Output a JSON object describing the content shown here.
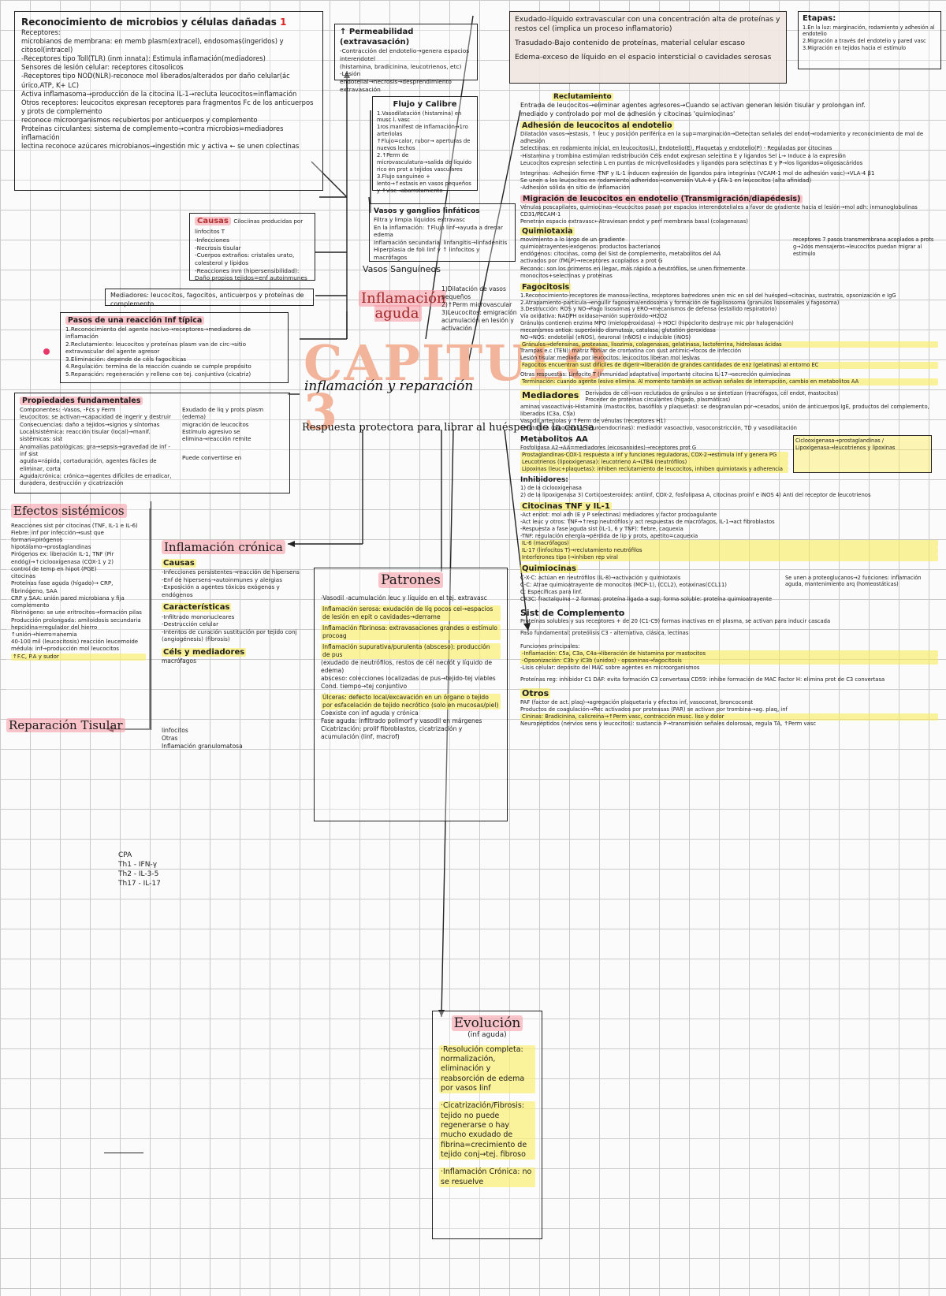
{
  "title": {
    "big": "CAPITULO 3",
    "main": "inflamación y reparación",
    "sub": "Respuesta protectora para librar al huésped de la causa"
  },
  "center": {
    "label": "Inflamación aguda"
  },
  "recon": {
    "title": "Reconocimiento de microbios y células dañadas",
    "num": "1",
    "lines": [
      "Receptores:",
      "microbianos de membrana: en memb plasm(extracel), endosomas(ingeridos) y citosol(intracel)",
      "-Receptores tipo Toll(TLR) (inm innata): Estimula inflamación(mediadores)",
      "Sensores de lesión celular: receptores citosolicos",
      "-Receptores tipo NOD(NLR)-reconoce mol liberados/alterados por daño celular(ác úrico,ATP, K+ LC)",
      "Activa inflamasoma→producción de la citocina IL-1→recluta leucocitos=inflamación",
      "Otros receptores: leucocitos expresan receptores para fragmentos Fc de los anticuerpos y prots de complemento",
      "reconoce microorganismos recubiertos por anticuerpos y complemento",
      "Proteínas circulantes: sistema de complemento→contra microbios=mediadores inflamación",
      "lectina reconoce azúcares microbianos→ingestión mic y activa ← se unen colectinas"
    ]
  },
  "perm": {
    "title": "↑ Permeabilidad (extravasación)",
    "lines": [
      "-Contracción del endotelio→genera espacios interendotel",
      "(histamina, bradicinina, leucotrienos, etc)",
      "-Lesión endotelial→necrosis→desprendimiento",
      "extravasación"
    ]
  },
  "flujo": {
    "title": "Flujo y Calibre",
    "lines": [
      "1.Vasodilatación (histamina) en musc l. vasc",
      "1ros manifest de inflamación→1ro arteriolas",
      "↑Flujo=calor, rubor→ aperturas de nuevos lechos",
      "2.↑Perm de microvasculatura→salida de líquido rico en prot a tejidos vasculares",
      "3.Flujo sanguíneo + lento→↑estasis en vasos pequeños y ↑visc→abarrotamiento"
    ]
  },
  "vasos": {
    "title": "Vasos y ganglios linfáticos",
    "lines": [
      "Filtra y limpia líquidos extravasc",
      "En la inflamación: ↑Flujo linf→ayuda a drenar edema",
      "Inflamación secundaria: linfangitis→linfadenitis",
      "Hiperplasia de foli linf y ↑ linfocitos y macrófagos"
    ],
    "label": "Vasos Sanguíneos"
  },
  "aguda": {
    "lines": [
      "1)Dilatación de vasos pequeños",
      "2)↑Perm microvascular",
      "3)Leucocitos: emigración",
      "acumulación en lesión y activación"
    ]
  },
  "causas": {
    "title": "Causas",
    "note": "Cilociinas producidas por linfocitos T",
    "lines": [
      "-Infecciones",
      "-Necrosis tisular",
      "-Cuerpos extraños: cristales urato, colesterol y lípidos",
      "-Reacciones inm (hipersensibilidad):",
      "Daño propios tejidos=enf autoinmunes"
    ]
  },
  "mediadores_box": {
    "text": "Mediadores: leucocitos, fagocitos, anticuerpos y proteínas de complemento"
  },
  "pasos": {
    "title": "Pasos de una reacción Inf típica",
    "lines": [
      "1.Reconocimiento del agente nocivo→receptores→mediadores de inflamación",
      "2.Reclutamiento: leucocitos y proteínas plasm van de circ→sitio extravascular del agente agresor",
      "3.Eliminación: depende de céls fagocíticas",
      "4.Regulación: termina de la reacción cuando se cumple propósito",
      "5.Reparación: regeneración y relleno con tej. conjuntivo (cicatriz)"
    ]
  },
  "props": {
    "title": "Propiedades fundamentales",
    "lines": [
      "Componentes: -Vasos, -Fcs y Ferm",
      "leucocitos: se activan→capacidad de ingerir y destruir",
      "Consecuencias: daño a tejidos→signos y síntomas",
      "Local/sistémica: reacción tisular (local)→manif. sistémicas: sist",
      "Anomalías patológicas: gra→sepsis→gravedad de inf - inf sist",
      "aguda=rápida, cortaduración, agentes fáciles de eliminar, corta",
      "Aguda/crónica: crónica→agentes difíciles de erradicar, duradera, destrucción y cicatrización"
    ],
    "right": [
      "Exudado de liq y prots plasm (edema)",
      "migración de leucocitos",
      "Estímulo agresivo se elimina→reacción remite"
    ],
    "note": "Puede convertirse en"
  },
  "efectos": {
    "title": "Efectos sistémicos",
    "lines": [
      "Reacciones sist por citocinas (TNF, IL-1 e IL-6)",
      "Fiebre: inf por infección→sust que forman=pirógenos",
      "hipotálamo→prostaglandinas",
      "Pirógenos ex: liberación IL-1, TNF (Pir endóg)→↑ciclooxigenasa (COX-1 y 2)",
      "control de temp en hipot (PGE)",
      "citocinas",
      "Proteínas fase aguda (hígado)→ CRP, fibrinógeno, SAA",
      "CRP y SAA: unión pared microbiana y fija complemento",
      "Fibrinógeno: se une eritrocitos→formación pilas",
      "Producción prolongada: amiloidosis secundaria",
      "hepcidina=regulador del hierro  ↑unión→hierro=anemia",
      "40-100 mil (leucocitosis) reacción leucemoide",
      "médula: inf→producción mol leucocitos",
      "↑F.C, P.A y sudor"
    ]
  },
  "reparacion": {
    "title": "Reparación Tisular"
  },
  "cronica": {
    "title": "Inflamación crónica",
    "causas_title": "Causas",
    "causas": [
      "-Infecciones persistentes→reacción de hipersens",
      "-Enf de hipersens→autoinmunes y alergias",
      "-Exposición a agentes tóxicos exógenos y endógenos"
    ],
    "caract_title": "Características",
    "caract": [
      "-Infiltrado mononucleares",
      "-Destrucción celular",
      "-Intentos de curación sustitución por tejido conj (angiogénesis) (fibrosis)"
    ],
    "cels_title": "Céls y mediadores",
    "cels": [
      "macrófagos"
    ],
    "extra": [
      "linfocitos",
      "Otras",
      "Inflamación granulomatosa"
    ]
  },
  "th": {
    "lines": [
      "CPA",
      "Th1 - IFN-γ",
      "Th2 - IL-3-5",
      "Th17 - IL-17"
    ]
  },
  "patrones": {
    "title": "Patrones",
    "lines": [
      "-Vasodil  -acumulación leuc y líquido en el tej. extravasc",
      "Inflamación serosa: exudación de líq pocos cel→espacios de lesión en epit o cavidades→derrame",
      "Inflamación fibrinosa: extravasaciones grandes o estímulo procoag",
      "Inflamación supurativa/purulenta (absceso): producción de pus",
      "(exudado de neutrófilos, restos de cél necrót y líquido de edema)",
      "absceso: colecciones localizadas de pus→tejido-tej viables",
      "Cond. tiempo→tej conjuntivo",
      "Úlceras: defecto local/excavación en un órgano o tejido por esfacelación de tejido necrótico (solo en mucosas/piel)",
      "Coexiste con inf aguda y crónica",
      "Fase aguda: infiltrado polimorf y vasodil en márgenes",
      "Cicatrización: prolif fibroblastos, cicatrización y acumulación (linf, macrof)"
    ]
  },
  "evolucion": {
    "title": "Evolución",
    "sub": "(inf aguda)",
    "lines": [
      "·Resolución completa: normalización, eliminación y reabsorción de edema por vasos linf",
      "·Cicatrización/Fibrosis: tejido no puede regenerarse o hay mucho exudado de fibrina=crecimiento de tejido conj→tej. fibroso",
      "·Inflamación Crónica: no se resuelve"
    ]
  },
  "exudado": {
    "lines": [
      "Exudado-líquido extravascular con una concentración alta de proteínas y restos cel (implica un proceso inflamatorio)",
      "Trasudado-Bajo contenido de proteínas, material celular escaso",
      "Edema-exceso de líquido en el espacio intersticial o cavidades serosas"
    ]
  },
  "etapas": {
    "title": "Etapas:",
    "lines": [
      "1.En la luz: marginación, rodamiento y adhesión al endotelio",
      "2.Migración a través del endotelio y pared vasc",
      "3.Migración en tejidos hacia el estímulo"
    ]
  },
  "right": {
    "recl_title": "Reclutamiento",
    "recl": [
      "Entrada de leucocitos→eliminar agentes agresores→Cuando se activan generan lesión tisular y prolongan inf.",
      "mediado y controlado por mol de adhesión y citocinas 'quimiocinas'"
    ],
    "adh_title": "Adhesión de leucocitos al endotelio",
    "adh": [
      "Dilatación vasos→estasis, ↑ leuc y posición periférica en la sup=marginación→Detectan señales del endot→rodamiento y reconocimiento de mol de adhesión",
      "Selectinas: en rodamiento inicial, en leucocitos(L), Endotelio(E), Plaquetas y endotelio(P) - Reguladas por citocinas",
      "-Histamina y trombina estimulan redistribución   Céls endot expresan selectina E y ligandos Sel L→ Induce a la expresión",
      "Leucocitos expresan selectina L en puntas de microvellosidades y ligandos para selectinas E y P→los ligandos=oligosacáridos"
    ],
    "integ": [
      "Integrinas: -Adhesión firme  -TNF y IL-1 inducen expresión de ligandos para integrinas (VCAM-1 mol de adhesión vasc)→VLA-4 β1",
      "Se unen a los leucocitos en rodamiento adheridos→conversión VLA-4 y LFA-1 en leucocitos (alta afinidad)",
      "-Adhesión sólida en sitio de inflamación"
    ],
    "migr_title": "Migración de leucocitos en endotelio (Transmigración/diapédesis)",
    "migr": [
      "Vénulas poscapilares, quimiocinas→leucocitos pasan por espacios interendoteliales a favor de gradiente hacia el lesión→mol adh: inmunoglobulinas CD31/PECAM-1",
      "Penetran espacio extravasc←Atraviesan endot y perf membrana basal (colagenasas)"
    ],
    "quimio_title": "Quimiotaxia",
    "quimio": [
      "movimiento a lo largo de un gradiente",
      "quimioatrayentes-exógenos: productos bacterianos",
      "endógenos: citocinas, comp del Sist de complemento, metabolitos del AA",
      "activados por (fMLP)→receptores acoplados a prot G",
      "Reconoc: son los primeros en llegar, más rápido a neutrófilos, se unen firmemente",
      "monocitos+selectinas y proteínas"
    ],
    "quimio_note": "receptores 7 pasos transmembrana acoplados a prots g→2dos mensajeros→leucocitos puedan migrar al estímulo",
    "fago_title": "Fagocitosis",
    "fago": [
      "1.Reconocimiento-receptores de manosa-lectina, receptores barredores unen mic en sol del huésped→citocinas, sustratos, opsonización e IgG",
      "2.Atrapamiento-partícula→engullir fagosoma/endosoma y formación de fagolisosoma (granulos lisosomales y fagosoma)",
      "3.Destrucción: ROS y NO→Fago lisosomas y ERO→mecanismos de defensa (estallido respiratorio)",
      "Vía oxidativa: NADPH oxidasa→anión superóxido→H2O2",
      "Gránulos contienen enzima MPO (mieloperoxidasa) → HOCl (hipoclorito destruye mic por halogenación)",
      "mecanismos antiox: superóxido dismutasa, catalasa, glutatión peroxidasa",
      "NO→NOS: endotelial (eNOS), neuronal (nNOS) e inducible (iNOS)",
      "Gránulos→defensinas, proteasas, lisozima, colagenasas, gelatinasa, lactoferrina, hidrolasas ácidas",
      "Trampas e.c (TEN): matriz fibrilar de cromatina con sust antimic→focos de infección",
      "Lesión tisular mediada por leucocitos: leucocitos liberan mol lesivas",
      "Fagocitos encuentran sust difíciles de digerir→liberación de grandes cantidades de enz (gelatinas) al entorno EC"
    ],
    "otras": "Otras respuestas: Linfocito T (inmunidad adaptativa) importante citocina IL-17→secreción quimiocinas",
    "term": "Terminación: cuando agente lesivo elimina. Al momento también se activan señales de interrupción, cambio en metabolitos AA",
    "medi_title": "Mediadores",
    "medi": [
      "Derivados de cél→son reclutados de gránulos o se sintetizan (macrófagos, cél endot, mastocitos)",
      "Proceder de proteínas circulantes (hígado, plasmáticas)"
    ],
    "aminas": "aminas vasoactivas-Histamina (mastocitos, basófilos y plaquetas): se desgranulan por→cesados, unión de anticuerpos IgE, productos del complemento, liberados (C3a, C5a)",
    "aminas2": "Vasodil arteriolas y ↑Perm de vénulas (receptores H1)",
    "sero": "Serotonina (plaquetas y neuroendocrinas): mediador vasoactivo, vasoconstricción, TD y vasodilatación",
    "meta_title": "Metabolitos AA",
    "meta": [
      "Fosfolipasa A2→AA=mediadores (eicosanoides)→receptores prot G",
      "Prostaglandinas-COX-1 respuesta a inf y funciones reguladoras, COX-2→estimula inf y genera PG",
      "Leucotrienos (lipooxigenasa): leucotrieno A→LTB4 (neutrófilos)",
      "Lipoxinas (leuc+plaquetas): inhiben reclutamiento de leucocitos, inhiben quimiotaxis y adherencia"
    ],
    "meta_note": "Ciclooxigenasa→prostaglandinas / Lipoxigenasa→leucotrienos y lipoxinas",
    "inhib_title": "Inhibidores:",
    "inhib": [
      "1) de la ciclooxigenasa",
      "2) de la lipoxigenasa   3) Corticoesteroides: antiinf, COX-2, fosfolipasa A, citocinas proinf e iNOS   4) Anti del receptor de leucotrienos"
    ],
    "cito_title": "Citocinas TNF y IL-1",
    "cito": [
      "-Act endot: mol adh (E y P selectinas) mediadores y factor procoagulante",
      "-Act leuc y otros: TNF→↑resp neutrófilos y act respuestas de macrófagos, IL-1→act fibroblastos",
      "-Respuesta a fase aguda sist (IL-1, 6 y TNF): fiebre, caquexia",
      "-TNF: regulación energía→pérdida de lip y prots, apetito=caquexia",
      "IL-6 (macrófagos)",
      "IL-17 (linfocitos T)→reclutamiento neutrófilos",
      "Interferones tipo I→inhiben rep viral"
    ],
    "quim_title": "Quimiocinas",
    "quim": [
      "C-X-C: actúan en neutrófilos (IL-8)→activación y quimiotaxis",
      "C-C: Atrae quimioatrayente de monocitos (MCP-1), (CCL2), eotaxinas(CCL11)",
      "C: Específicas para linf.",
      "CX3C: fractalquina - 2 formas: proteína ligada a sup; forma soluble: proteína quimioatrayente"
    ],
    "quim_note": "Se unen a proteoglucanos→2 funciones: inflamación aguda, mantenimiento arq (homeostáticas)",
    "comp_title": "Sist de Complemento",
    "comp": [
      "Proteínas solubles y sus receptores + de 20 (C1-C9) formas inactivas en el plasma, se activan para inducir cascada",
      "Paso fundamental: proteólisis C3 - alternativa, clásica, lectinas",
      "Funciones principales:",
      "-Inflamación: C5a, C3a, C4a→liberación de histamina por mastocitos",
      "-Opsonización: C3b y iC3b (unidos) - opsoninas→fagocitosis",
      "-Lisis celular: depósito del MAC sobre agentes en microorganismos"
    ],
    "prot_reg": "Proteínas reg: inhibidor C1   DAF: evita formación C3 convertasa   CD59: inhibe formación de MAC   Factor H: elimina prot de C3 convertasa",
    "otros_title": "Otros",
    "otros": [
      "PAF (factor de act. plaq)→agregación plaquetaria y efectos inf, vasoconst, broncoconst",
      "Productos de coagulación→Rec activados por proteasas (PAR) se activan por trombina→ag. plaq, inf",
      "Cininas: Bradicinina, calicreína→↑Perm vasc, contracción musc. liso y dolor",
      "Neuropéptidos (nervios sens y leucocitos): sustancia P→transmisión señales dolorosas, regula TA, ↑Perm vasc"
    ]
  }
}
